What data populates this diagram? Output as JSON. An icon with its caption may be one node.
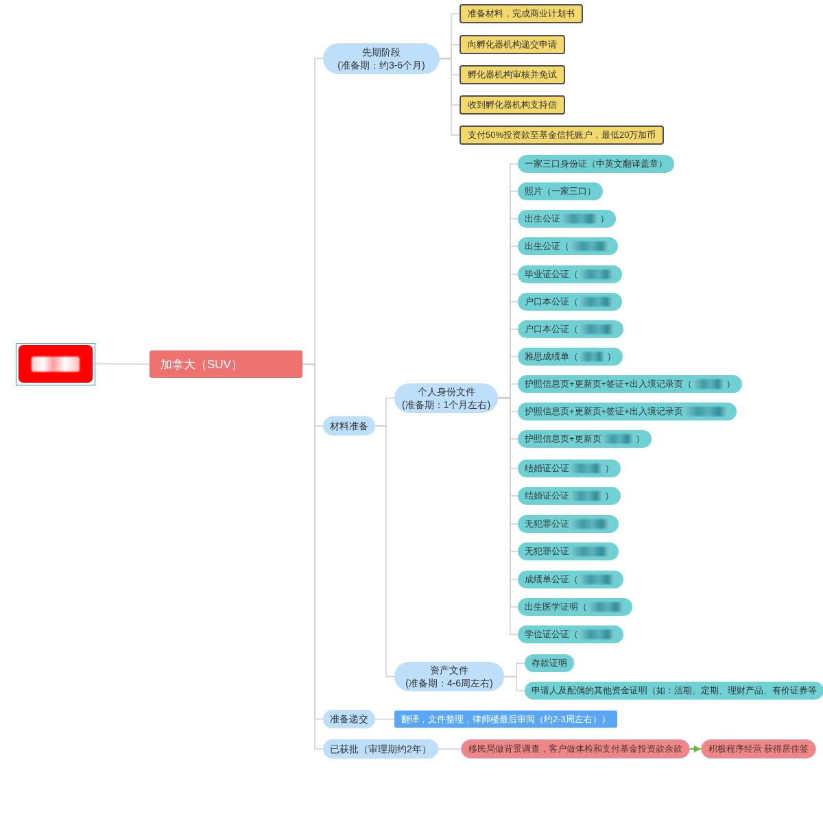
{
  "diagram": {
    "nodes": [
      {
        "text": [],
        "shape": "box"
      },
      {
        "text": [
          "加拿大（SUV）"
        ]
      },
      {
        "text": [
          "先期阶段",
          "(准备期：约3-6个月)"
        ]
      },
      {
        "text": [
          "准备材料，完成商业计划书"
        ]
      },
      {
        "text": [
          "向孵化器机构递交申请"
        ]
      },
      {
        "text": [
          "孵化器机构审核并免试"
        ]
      },
      {
        "text": [
          "收到孵化器机构支持信"
        ]
      },
      {
        "text": [
          "支付50%投资款至基金信托账户，最低20万加币"
        ]
      },
      {
        "text": [
          "材料准备"
        ]
      },
      {
        "text": [
          "个人身份文件",
          "(准备期：1个月左右)"
        ]
      },
      {
        "text": [
          "一家三口身份证（中英文翻译盖章）"
        ]
      },
      {
        "text": [
          "照片（一家三口）"
        ]
      },
      {
        "text": [
          "出生公证",
          "）"
        ]
      },
      {
        "text": [
          "出生公证（"
        ]
      },
      {
        "text": [
          "毕业证公证（"
        ]
      },
      {
        "text": [
          "户口本公证（"
        ]
      },
      {
        "text": [
          "户口本公证（"
        ]
      },
      {
        "text": [
          "雅思成绩单（",
          "）"
        ]
      },
      {
        "text": [
          "护照信息页+更新页+签证+出入境记录页（",
          "）"
        ]
      },
      {
        "text": [
          "护照信息页+更新页+签证+出入境记录页"
        ]
      },
      {
        "text": [
          "护照信息页+更新页",
          "）"
        ]
      },
      {
        "text": [
          "结婚证公证",
          "）"
        ]
      },
      {
        "text": [
          "结婚证公证",
          "）"
        ]
      },
      {
        "text": [
          "无犯罪公证"
        ]
      },
      {
        "text": [
          "无犯罪公证"
        ]
      },
      {
        "text": [
          "成绩单公证（"
        ]
      },
      {
        "text": [
          "出生医学证明（"
        ]
      },
      {
        "text": [
          "学位证公证（"
        ]
      },
      {
        "text": [
          "资产文件",
          "(准备期：4-6周左右)"
        ]
      },
      {
        "text": [
          "存款证明"
        ]
      },
      {
        "text": [
          "申请人及配偶的其他资金证明（如：活期、定期、理财产品、有价证券等"
        ]
      },
      {
        "text": [
          "准备递交"
        ]
      },
      {
        "text": [
          "翻译，文件整理，律师楼最后审阅（约2-3周左右））"
        ]
      },
      {
        "text": [
          "已获批（审理期约2年）"
        ]
      },
      {
        "text": [
          "移民局做背景调查，客户做体检和支付基金投资款余款"
        ]
      },
      {
        "text": [
          "积极程序经营 获得居住签"
        ]
      }
    ],
    "edges": [
      {
        "from": 0,
        "to": 1,
        "arrow": "none"
      },
      {
        "from": 1,
        "to": 2,
        "arrow": "none"
      },
      {
        "from": 1,
        "to": 8,
        "arrow": "none"
      },
      {
        "from": 1,
        "to": 31,
        "arrow": "none"
      },
      {
        "from": 1,
        "to": 33,
        "arrow": "none"
      },
      {
        "from": 2,
        "to": 3,
        "arrow": "none"
      },
      {
        "from": 2,
        "to": 4,
        "arrow": "none"
      },
      {
        "from": 2,
        "to": 5,
        "arrow": "none"
      },
      {
        "from": 2,
        "to": 6,
        "arrow": "none"
      },
      {
        "from": 2,
        "to": 7,
        "arrow": "none"
      },
      {
        "from": 8,
        "to": 9,
        "arrow": "none"
      },
      {
        "from": 8,
        "to": 28,
        "arrow": "none"
      },
      {
        "from": 9,
        "to": 10,
        "arrow": "none"
      },
      {
        "from": 9,
        "to": 11,
        "arrow": "none"
      },
      {
        "from": 9,
        "to": 12,
        "arrow": "none"
      },
      {
        "from": 9,
        "to": 13,
        "arrow": "none"
      },
      {
        "from": 9,
        "to": 14,
        "arrow": "none"
      },
      {
        "from": 9,
        "to": 15,
        "arrow": "none"
      },
      {
        "from": 9,
        "to": 16,
        "arrow": "none"
      },
      {
        "from": 9,
        "to": 17,
        "arrow": "none"
      },
      {
        "from": 9,
        "to": 18,
        "arrow": "none"
      },
      {
        "from": 9,
        "to": 19,
        "arrow": "none"
      },
      {
        "from": 9,
        "to": 20,
        "arrow": "none"
      },
      {
        "from": 9,
        "to": 21,
        "arrow": "none"
      },
      {
        "from": 9,
        "to": 22,
        "arrow": "none"
      },
      {
        "from": 9,
        "to": 23,
        "arrow": "none"
      },
      {
        "from": 9,
        "to": 24,
        "arrow": "none"
      },
      {
        "from": 9,
        "to": 25,
        "arrow": "none"
      },
      {
        "from": 9,
        "to": 26,
        "arrow": "none"
      },
      {
        "from": 9,
        "to": 27,
        "arrow": "none"
      },
      {
        "from": 28,
        "to": 29,
        "arrow": "none"
      },
      {
        "from": 28,
        "to": 30,
        "arrow": "none"
      },
      {
        "from": 31,
        "to": 32,
        "arrow": "none"
      },
      {
        "from": 33,
        "to": 34,
        "arrow": "none"
      },
      {
        "from": 34,
        "to": 35,
        "arrow": "to",
        "color": "#66bb33"
      }
    ]
  }
}
